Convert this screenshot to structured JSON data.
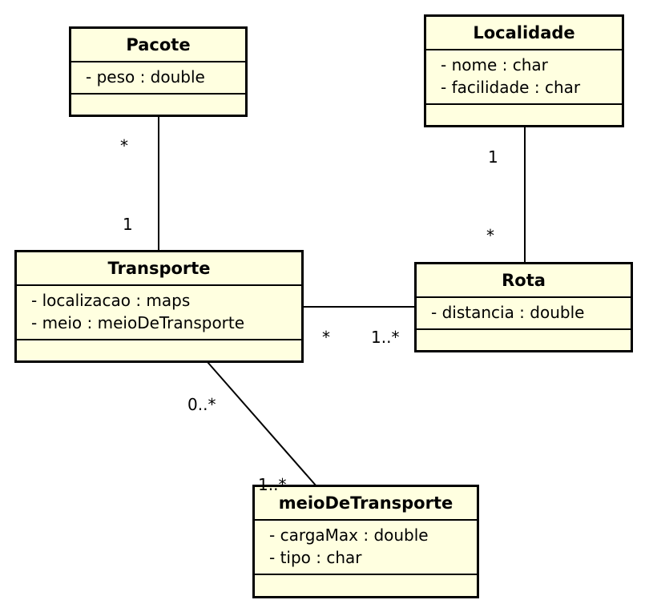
{
  "classes": {
    "pacote": {
      "name": "Pacote",
      "attributes": [
        "- peso : double"
      ]
    },
    "localidade": {
      "name": "Localidade",
      "attributes": [
        "- nome : char",
        "- facilidade : char"
      ]
    },
    "transporte": {
      "name": "Transporte",
      "attributes": [
        "- localizacao : maps",
        "- meio : meioDeTransporte"
      ]
    },
    "rota": {
      "name": "Rota",
      "attributes": [
        "- distancia : double"
      ]
    },
    "meio": {
      "name": "meioDeTransporte",
      "attributes": [
        "- cargaMax : double",
        "- tipo : char"
      ]
    }
  },
  "associations": {
    "pacote_transporte": {
      "pacote_end": "*",
      "transporte_end": "1"
    },
    "localidade_rota": {
      "localidade_end": "1",
      "rota_end": "*"
    },
    "transporte_rota": {
      "transporte_end": "*",
      "rota_end": "1..*"
    },
    "transporte_meio": {
      "transporte_end": "0..*",
      "meio_end": "1..*"
    }
  }
}
